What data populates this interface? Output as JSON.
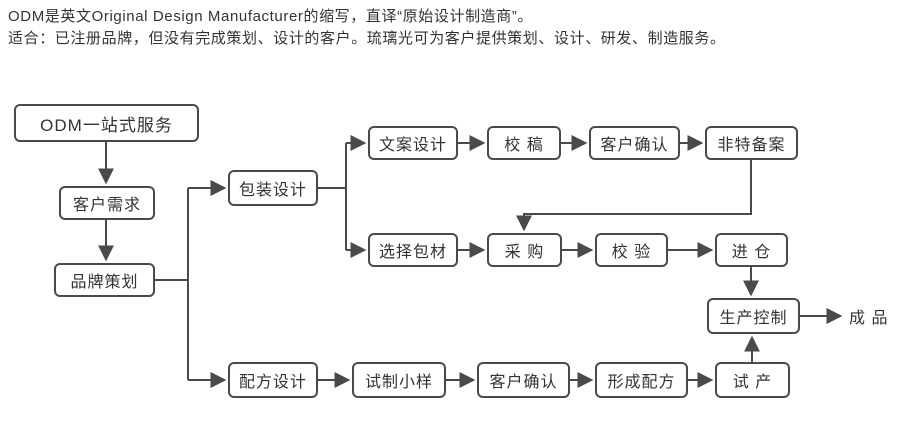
{
  "header": {
    "line1": "ODM是英文Original Design Manufacturer的缩写，直译“原始设计制造商”。",
    "line2": "适合：已注册品牌，但没有完成策划、设计的客户。琉璃光可为客户提供策划、设计、研发、制造服务。"
  },
  "nodes": {
    "odm_service": "ODM一站式服务",
    "customer_need": "客户需求",
    "brand_planning": "品牌策划",
    "package_design": "包装设计",
    "copy_design": "文案设计",
    "proofreading": "校 稿",
    "customer_confirm_pack": "客户确认",
    "special_filing": "非特备案",
    "select_material": "选择包材",
    "purchase": "采 购",
    "inspection": "校 验",
    "warehousing": "进 仓",
    "production_control": "生产控制",
    "finished_product": "成 品",
    "formula_design": "配方设计",
    "trial_sample": "试制小样",
    "customer_confirm_formula": "客户确认",
    "form_formula": "形成配方",
    "trial_production": "试 产"
  },
  "colors": {
    "line": "#4a4a4a",
    "border": "#4a4a4a",
    "text": "#333333",
    "background": "#ffffff"
  },
  "flow_edges": [
    [
      "odm_service",
      "customer_need"
    ],
    [
      "customer_need",
      "brand_planning"
    ],
    [
      "brand_planning",
      "package_design"
    ],
    [
      "brand_planning",
      "formula_design"
    ],
    [
      "package_design",
      "copy_design"
    ],
    [
      "package_design",
      "select_material"
    ],
    [
      "copy_design",
      "proofreading"
    ],
    [
      "proofreading",
      "customer_confirm_pack"
    ],
    [
      "customer_confirm_pack",
      "special_filing"
    ],
    [
      "special_filing",
      "purchase"
    ],
    [
      "select_material",
      "purchase"
    ],
    [
      "purchase",
      "inspection"
    ],
    [
      "inspection",
      "warehousing"
    ],
    [
      "warehousing",
      "production_control"
    ],
    [
      "production_control",
      "finished_product"
    ],
    [
      "formula_design",
      "trial_sample"
    ],
    [
      "trial_sample",
      "customer_confirm_formula"
    ],
    [
      "customer_confirm_formula",
      "form_formula"
    ],
    [
      "form_formula",
      "trial_production"
    ],
    [
      "trial_production",
      "production_control"
    ]
  ]
}
